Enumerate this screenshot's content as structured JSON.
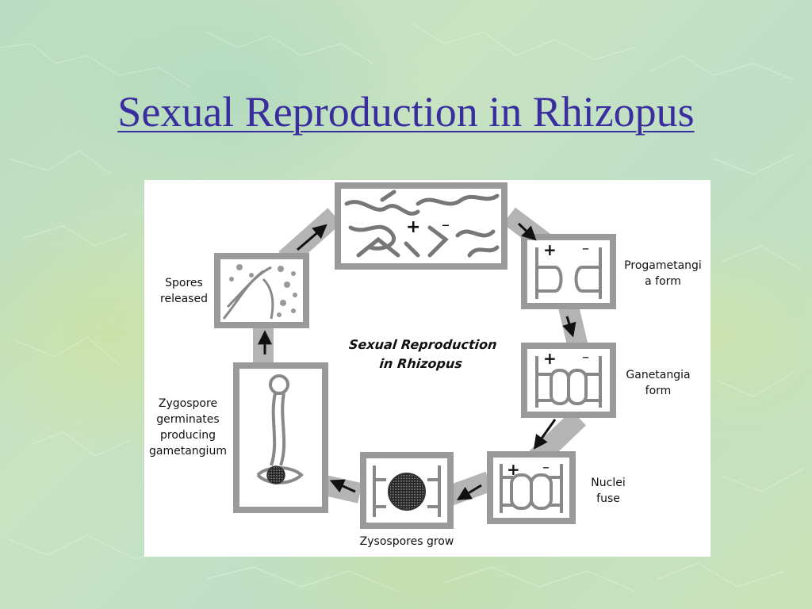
{
  "slide": {
    "title": "Sexual Reproduction in Rhizopus"
  },
  "diagram": {
    "center_title": "Sexual Reproduction\nin Rhizopus",
    "signs": {
      "plus": "+",
      "minus": "–"
    },
    "labels": {
      "progametangia": "Progametangi\na form",
      "gametangia": "Ganetangia\nform",
      "nuclei": "Nuclei\nfuse",
      "zygospores": "Zysospores grow",
      "germinates": "Zygospore\ngerminates\nproducing\ngametangium",
      "spores": "Spores\nreleased"
    }
  },
  "colors": {
    "title": "#3a2d9e",
    "frame": "#9a9a9a",
    "cycle_band": "#b4b4b4"
  }
}
